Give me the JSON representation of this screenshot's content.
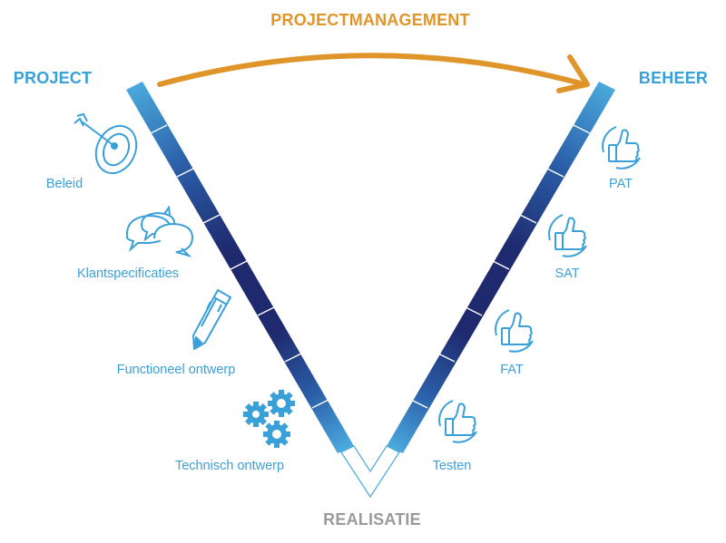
{
  "title": "PROJECTMANAGEMENT",
  "left_heading": "PROJECT",
  "right_heading": "BEHEER",
  "bottom_heading": "REALISATIE",
  "left_steps": [
    {
      "label": "Beleid",
      "icon": "target-dart-icon"
    },
    {
      "label": "Klantspecificaties",
      "icon": "speech-bubbles-icon"
    },
    {
      "label": "Functioneel ontwerp",
      "icon": "pencil-icon"
    },
    {
      "label": "Technisch ontwerp",
      "icon": "gears-icon"
    }
  ],
  "right_steps": [
    {
      "label": "PAT",
      "icon": "thumbs-up-icon"
    },
    {
      "label": "SAT",
      "icon": "thumbs-up-icon"
    },
    {
      "label": "FAT",
      "icon": "thumbs-up-icon"
    },
    {
      "label": "Testen",
      "icon": "thumbs-up-icon"
    }
  ],
  "colors": {
    "title": "#e0952b",
    "heading": "#3aa0d8",
    "bottom_heading": "#9a9a9a",
    "step_text": "#3aa0d8",
    "icon": "#3aa0d8",
    "arrow": "#e0952b",
    "bar_light": "#4aa8dc",
    "bar_mid": "#2a5ea8",
    "bar_dark": "#1f2a6e"
  }
}
